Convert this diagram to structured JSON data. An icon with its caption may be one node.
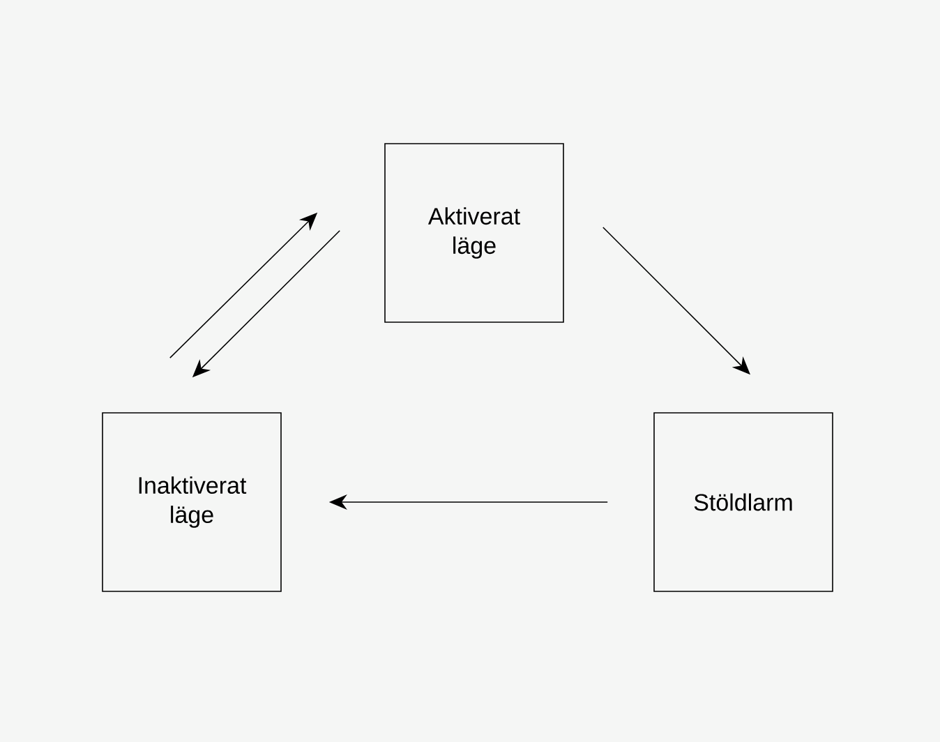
{
  "diagram": {
    "nodes": [
      {
        "text": [
          "Aktiverat läge"
        ]
      },
      {
        "text": [
          "Inaktiverat läge"
        ]
      },
      {
        "text": [
          "Stöldlarm"
        ]
      }
    ],
    "edges": [
      {
        "from": 1,
        "to": 0,
        "arrow": "to"
      },
      {
        "from": 0,
        "to": 1,
        "arrow": "to"
      },
      {
        "from": 0,
        "to": 2,
        "arrow": "to"
      },
      {
        "from": 2,
        "to": 1,
        "arrow": "to"
      }
    ]
  }
}
